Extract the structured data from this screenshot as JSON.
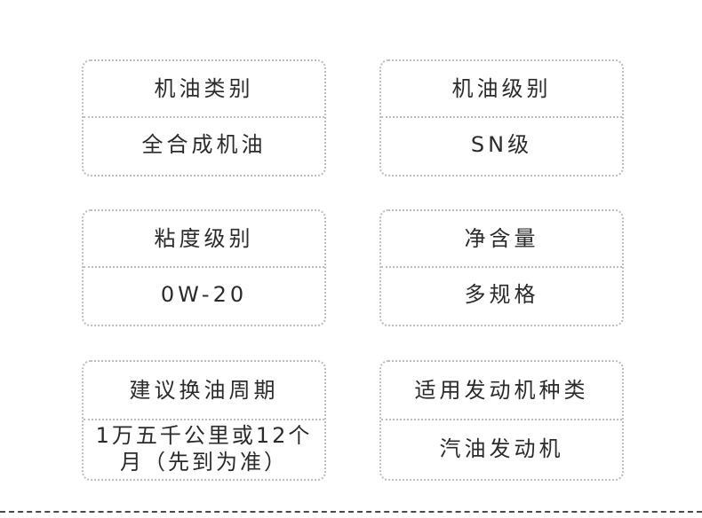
{
  "specs": [
    {
      "label": "机油类别",
      "value": "全合成机油"
    },
    {
      "label": "机油级别",
      "value": "SN级"
    },
    {
      "label": "粘度级别",
      "value": "0W-20"
    },
    {
      "label": "净含量",
      "value": "多规格"
    },
    {
      "label": "建议换油周期",
      "value": "1万五千公里或12个月（先到为准）"
    },
    {
      "label": "适用发动机种类",
      "value": "汽油发动机"
    }
  ]
}
